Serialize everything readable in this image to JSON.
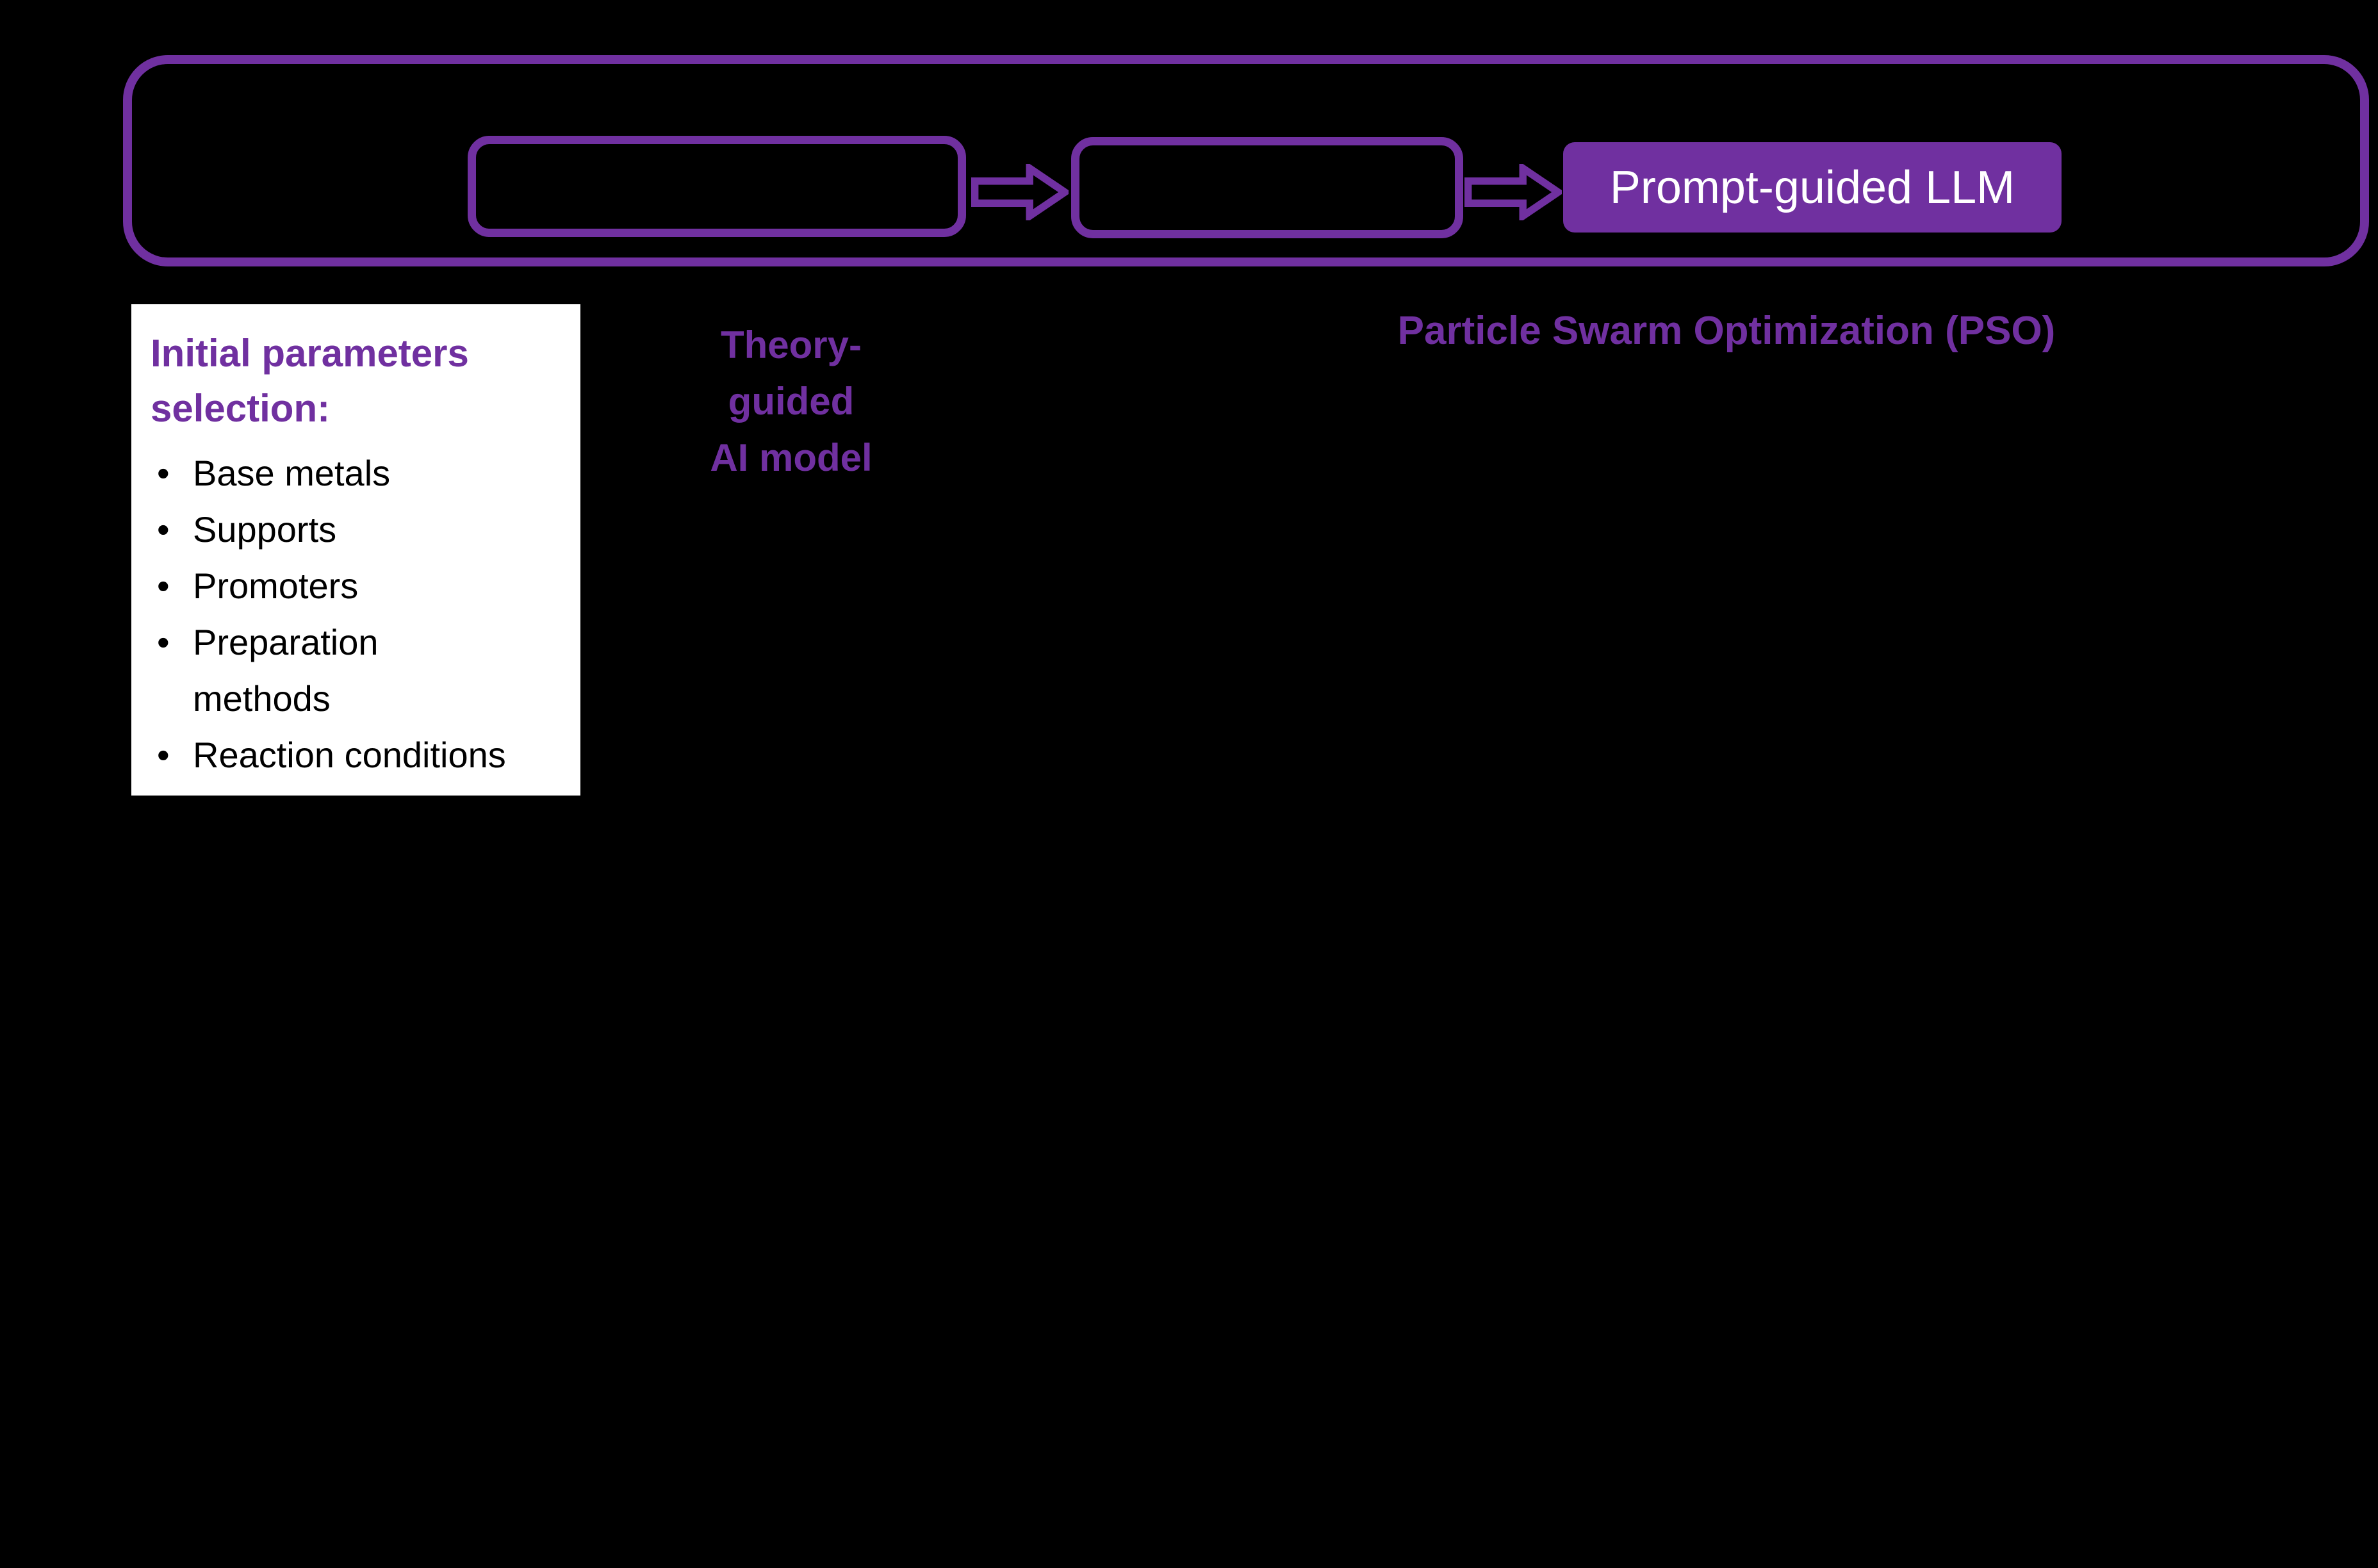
{
  "colors": {
    "background": "#000000",
    "purple": "#7030A0",
    "panel_bg": "#FFFFFF",
    "text_black": "#000000",
    "text_white": "#FFFFFF"
  },
  "pipeline": {
    "llm_box_label": "Prompt-guided LLM"
  },
  "labels": {
    "theory_model": "Theory-\nguided\nAI model",
    "pso": "Particle Swarm Optimization (PSO)"
  },
  "panel": {
    "heading": "Initial parameters selection:",
    "bullets": [
      "Base metals",
      "Supports",
      "Promoters",
      "Preparation\nmethods",
      "Reaction conditions"
    ]
  }
}
